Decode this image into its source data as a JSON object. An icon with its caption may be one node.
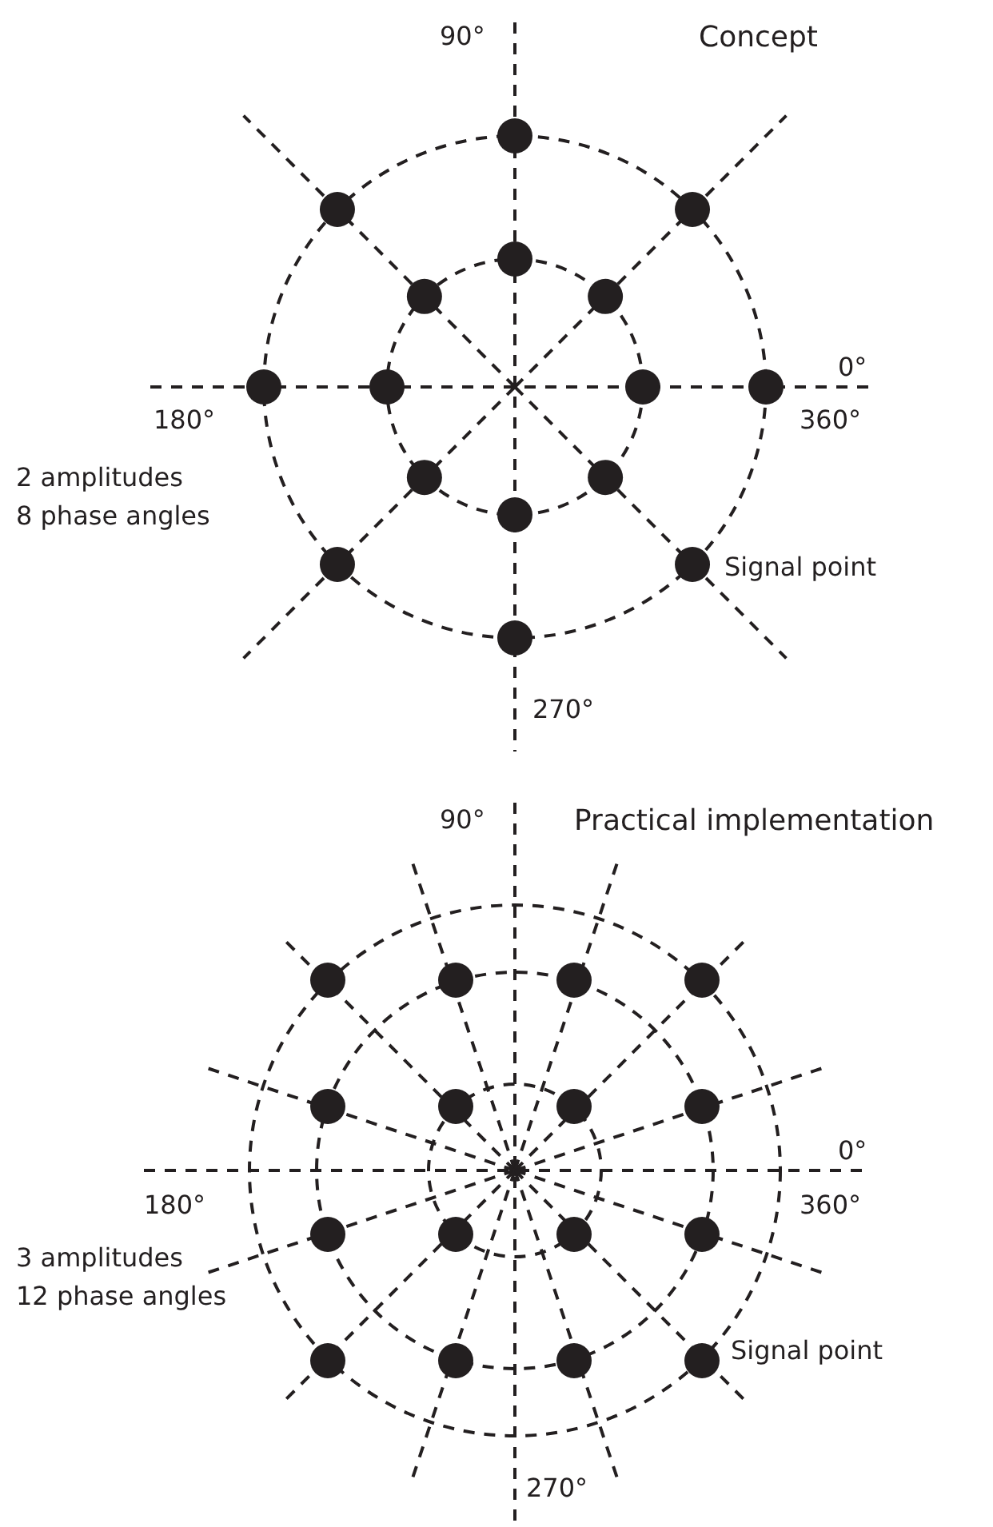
{
  "diagram": {
    "labels": [
      "90°",
      "Concept",
      "0°",
      "180°",
      "360°",
      "2 amplitudes",
      "8 phase angles",
      "Signal point",
      "270°",
      "90°",
      "Practical implementation",
      "0°",
      "180°",
      "360°",
      "3 amplitudes",
      "12 phase angles",
      "Signal point",
      "270°"
    ]
  }
}
